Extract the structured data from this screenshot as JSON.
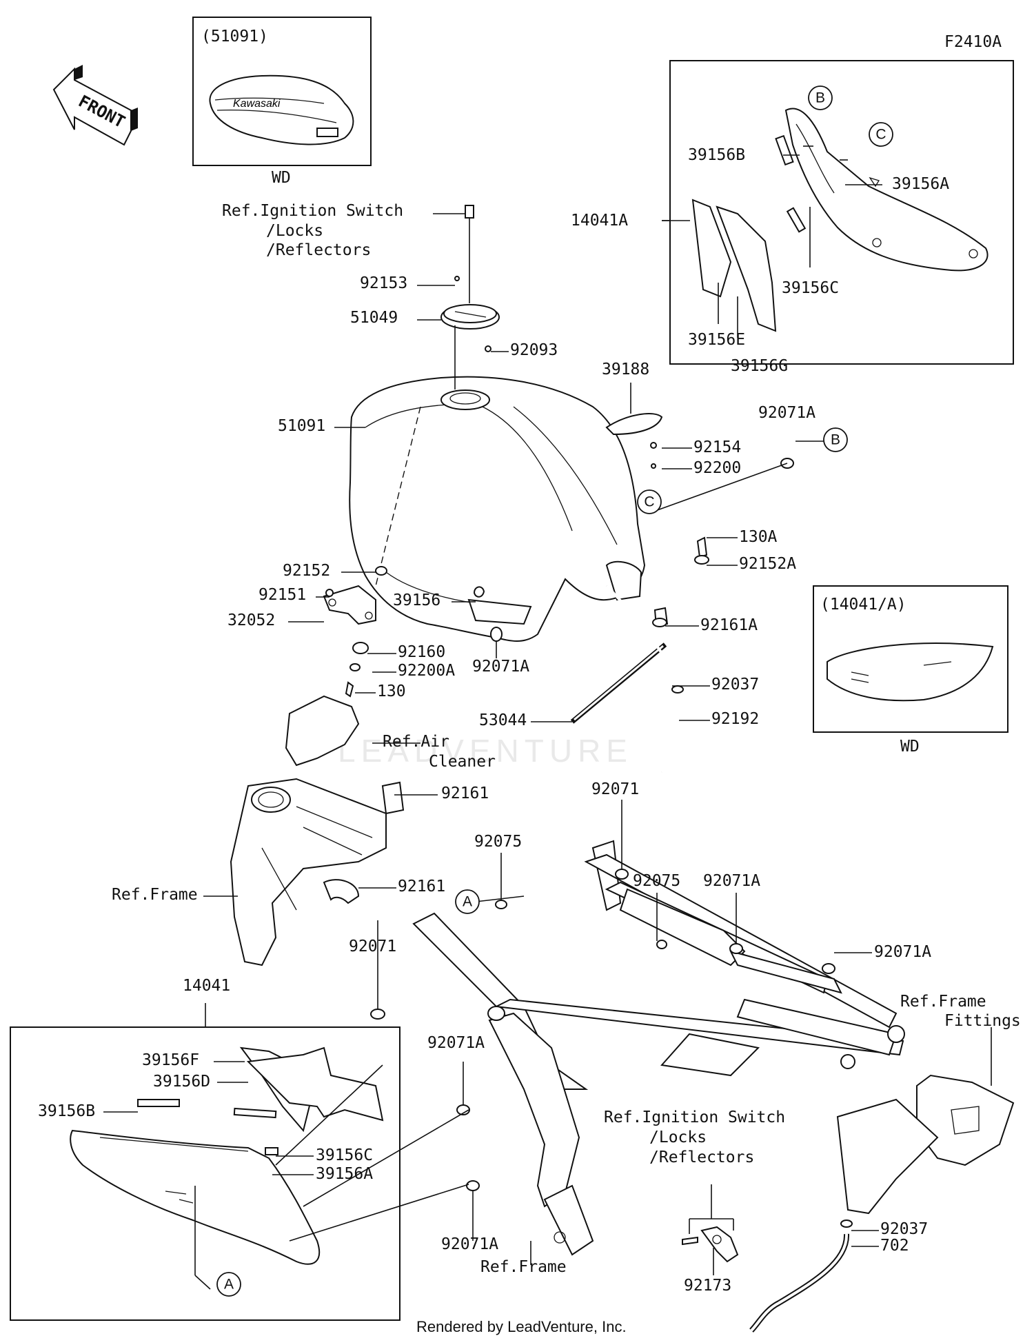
{
  "diagram_code": "F2410A",
  "footer": "Rendered by LeadVenture, Inc.",
  "watermark": "LEADVENTURE",
  "front_arrow": "FRONT",
  "insets": {
    "top_left_code": "(51091)",
    "top_left_caption": "WD",
    "right_code": "(14041/A)",
    "right_caption": "WD",
    "tank_brand": "Kawasaki"
  },
  "labels": {
    "ref_ignition_1": "Ref.Ignition Switch",
    "ref_ignition_2": "/Locks",
    "ref_ignition_3": "/Reflectors",
    "p92153": "92153",
    "p51049": "51049",
    "p92093": "92093",
    "p51091": "51091",
    "p39188": "39188",
    "p92071A_top": "92071A",
    "p92154": "92154",
    "p92200": "92200",
    "p130A": "130A",
    "p92152A": "92152A",
    "p92161A": "92161A",
    "p92152": "92152",
    "p92151": "92151",
    "p32052": "32052",
    "p39156": "39156",
    "p92160": "92160",
    "p92200A": "92200A",
    "p130": "130",
    "p92071A_mid": "92071A",
    "p92037_top": "92037",
    "p53044": "53044",
    "p92192": "92192",
    "ref_air_1": "Ref.Air",
    "ref_air_2": "Cleaner",
    "p92161_a": "92161",
    "p92161_b": "92161",
    "ref_frame_left": "Ref.Frame",
    "p92071_top": "92071",
    "p92075_a": "92075",
    "p92075_b": "92075",
    "p92071A_r1": "92071A",
    "p92071A_r2": "92071A",
    "p92071_left": "92071",
    "p14041": "14041",
    "p14041A": "14041A",
    "p39156B_top": "39156B",
    "p39156A_top": "39156A",
    "p39156C_top": "39156C",
    "p39156E": "39156E",
    "p39156G": "39156G",
    "p39156F": "39156F",
    "p39156D": "39156D",
    "p39156B_bot": "39156B",
    "p39156C_bot": "39156C",
    "p39156A_bot": "39156A",
    "p92071A_b1": "92071A",
    "p92071A_b2": "92071A",
    "ref_frame_bottom": "Ref.Frame",
    "ref_ign_b1": "Ref.Ignition Switch",
    "ref_ign_b2": "/Locks",
    "ref_ign_b3": "/Reflectors",
    "p92173": "92173",
    "ref_fit_1": "Ref.Frame",
    "ref_fit_2": "Fittings",
    "p92037_bot": "92037",
    "p702": "702"
  },
  "callouts": {
    "A": "A",
    "B": "B",
    "C": "C"
  }
}
